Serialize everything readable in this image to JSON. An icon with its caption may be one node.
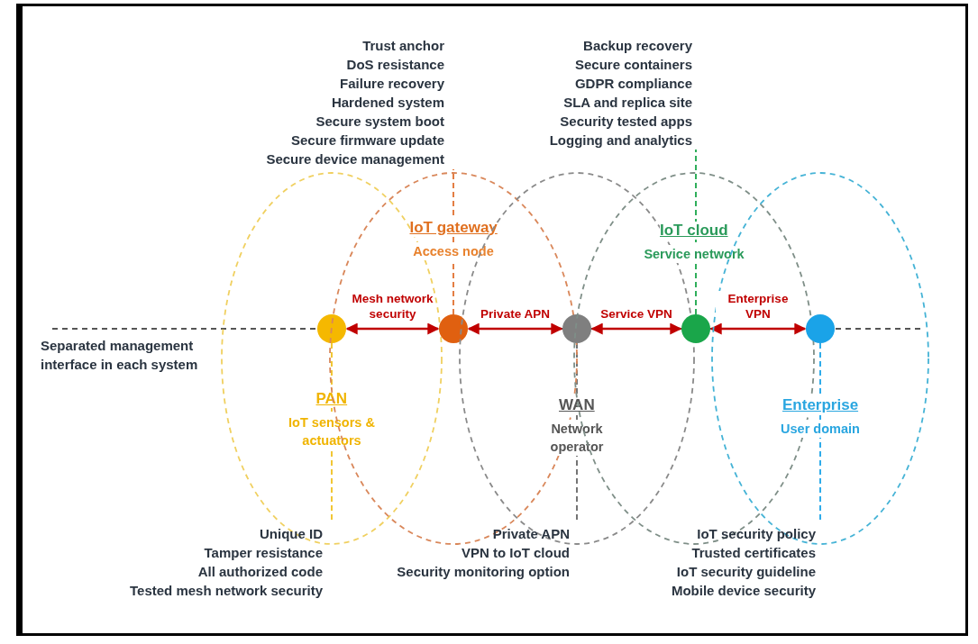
{
  "diagram": {
    "nodes": [
      {
        "text": [
          "Trust anchor",
          "DoS resistance",
          "Failure recovery",
          "Hardened system",
          "Secure system boot",
          "Secure firmware update",
          "Secure device management"
        ]
      },
      {
        "text": [
          "Backup recovery",
          "Secure containers",
          "GDPR compliance",
          "SLA and replica site",
          "Security tested apps",
          "Logging and analytics"
        ]
      },
      {
        "text": [
          "PAN",
          "IoT sensors & actuators"
        ]
      },
      {
        "text": [
          "IoT gateway",
          "Access node"
        ]
      },
      {
        "text": [
          "WAN",
          "Network operator"
        ]
      },
      {
        "text": [
          "IoT cloud",
          "Service network"
        ]
      },
      {
        "text": [
          "Enterprise",
          "User domain"
        ]
      },
      {
        "text": [],
        "shape": "circle",
        "in": 2
      },
      {
        "text": [],
        "shape": "circle",
        "in": 3
      },
      {
        "text": [],
        "shape": "circle",
        "in": 4
      },
      {
        "text": [],
        "shape": "circle",
        "in": 5
      },
      {
        "text": [],
        "shape": "circle",
        "in": 6
      },
      {
        "text": [
          "Unique ID",
          "Tamper resistance",
          "All authorized code",
          "Tested mesh network security"
        ]
      },
      {
        "text": [
          "Private APN",
          "VPN to IoT cloud",
          "Security monitoring option"
        ]
      },
      {
        "text": [
          "IoT security policy",
          "Trusted certificates",
          "IoT security guideline",
          "Mobile device security"
        ]
      }
    ],
    "edges": [
      {
        "from": 7,
        "to": 8,
        "arrow": "both",
        "label": "Mesh network security",
        "color": "#c00000"
      },
      {
        "from": 8,
        "to": 9,
        "arrow": "both",
        "label": "Private APN",
        "color": "#c00000"
      },
      {
        "from": 9,
        "to": 10,
        "arrow": "both",
        "label": "Service VPN",
        "color": "#c00000"
      },
      {
        "from": 10,
        "to": 11,
        "arrow": "both",
        "label": "Enterprise VPN",
        "color": "#c00000"
      },
      {
        "from": 7,
        "to": 12,
        "arrow": "none",
        "style": "dashed",
        "color": "#f0c020"
      },
      {
        "from": 8,
        "to": 0,
        "arrow": "none",
        "style": "dashed",
        "color": "#e07030"
      },
      {
        "from": 9,
        "to": 13,
        "arrow": "none",
        "style": "dashed",
        "color": "#666666"
      },
      {
        "from": 10,
        "to": 1,
        "arrow": "none",
        "style": "dashed",
        "color": "#1aa64a"
      },
      {
        "from": 11,
        "to": 14,
        "arrow": "none",
        "style": "dashed",
        "color": "#1aa3e8"
      }
    ],
    "labels": [
      "Separated management interface in each system"
    ]
  }
}
